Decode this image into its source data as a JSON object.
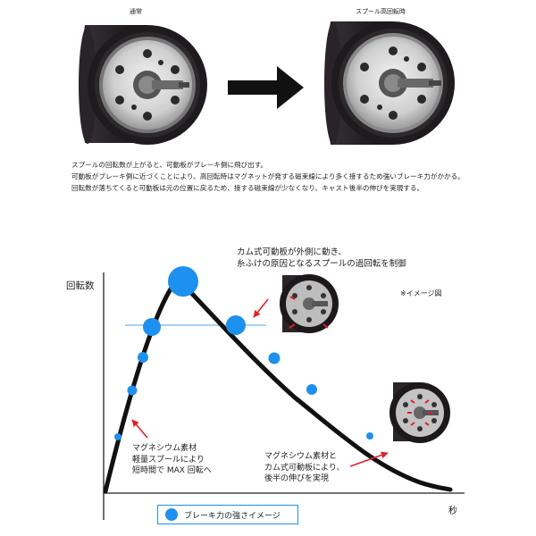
{
  "top": {
    "left_label": "通常",
    "right_label": "スプール高回転時",
    "caption_lines": [
      "スプールの回転数が上がると、可動板がブレーキ側に飛び出す。",
      "可動板がブレーキ側に近づくことにより、高回転時はマグネットが発する磁束線により多く接するため強いブレーキ力がかかる。",
      "回転数が落ちてくると可動板は元の位置に戻るため、接する磁束線が少なくなり、キャスト後半の伸びを実現する。"
    ]
  },
  "graph": {
    "y_axis_label": "回転数",
    "x_axis_label": "秒",
    "image_note": "※イメージ図",
    "annotation_top": [
      "カム式可動板が外側に動き、",
      "糸ふけの原因となるスプールの過回転を制御"
    ],
    "annotation_left": [
      "マグネシウム素材",
      "軽量スプールにより",
      "短時間で MAX 回転へ"
    ],
    "annotation_right": [
      "マグネシウム素材と",
      "カム式可動板により、",
      "後半の伸びを実現"
    ],
    "legend_label": "ブレーキ力の強さイメージ",
    "colors": {
      "circle": "#1e90ef",
      "arrow": "#e2202a",
      "curve": "#111111"
    }
  }
}
